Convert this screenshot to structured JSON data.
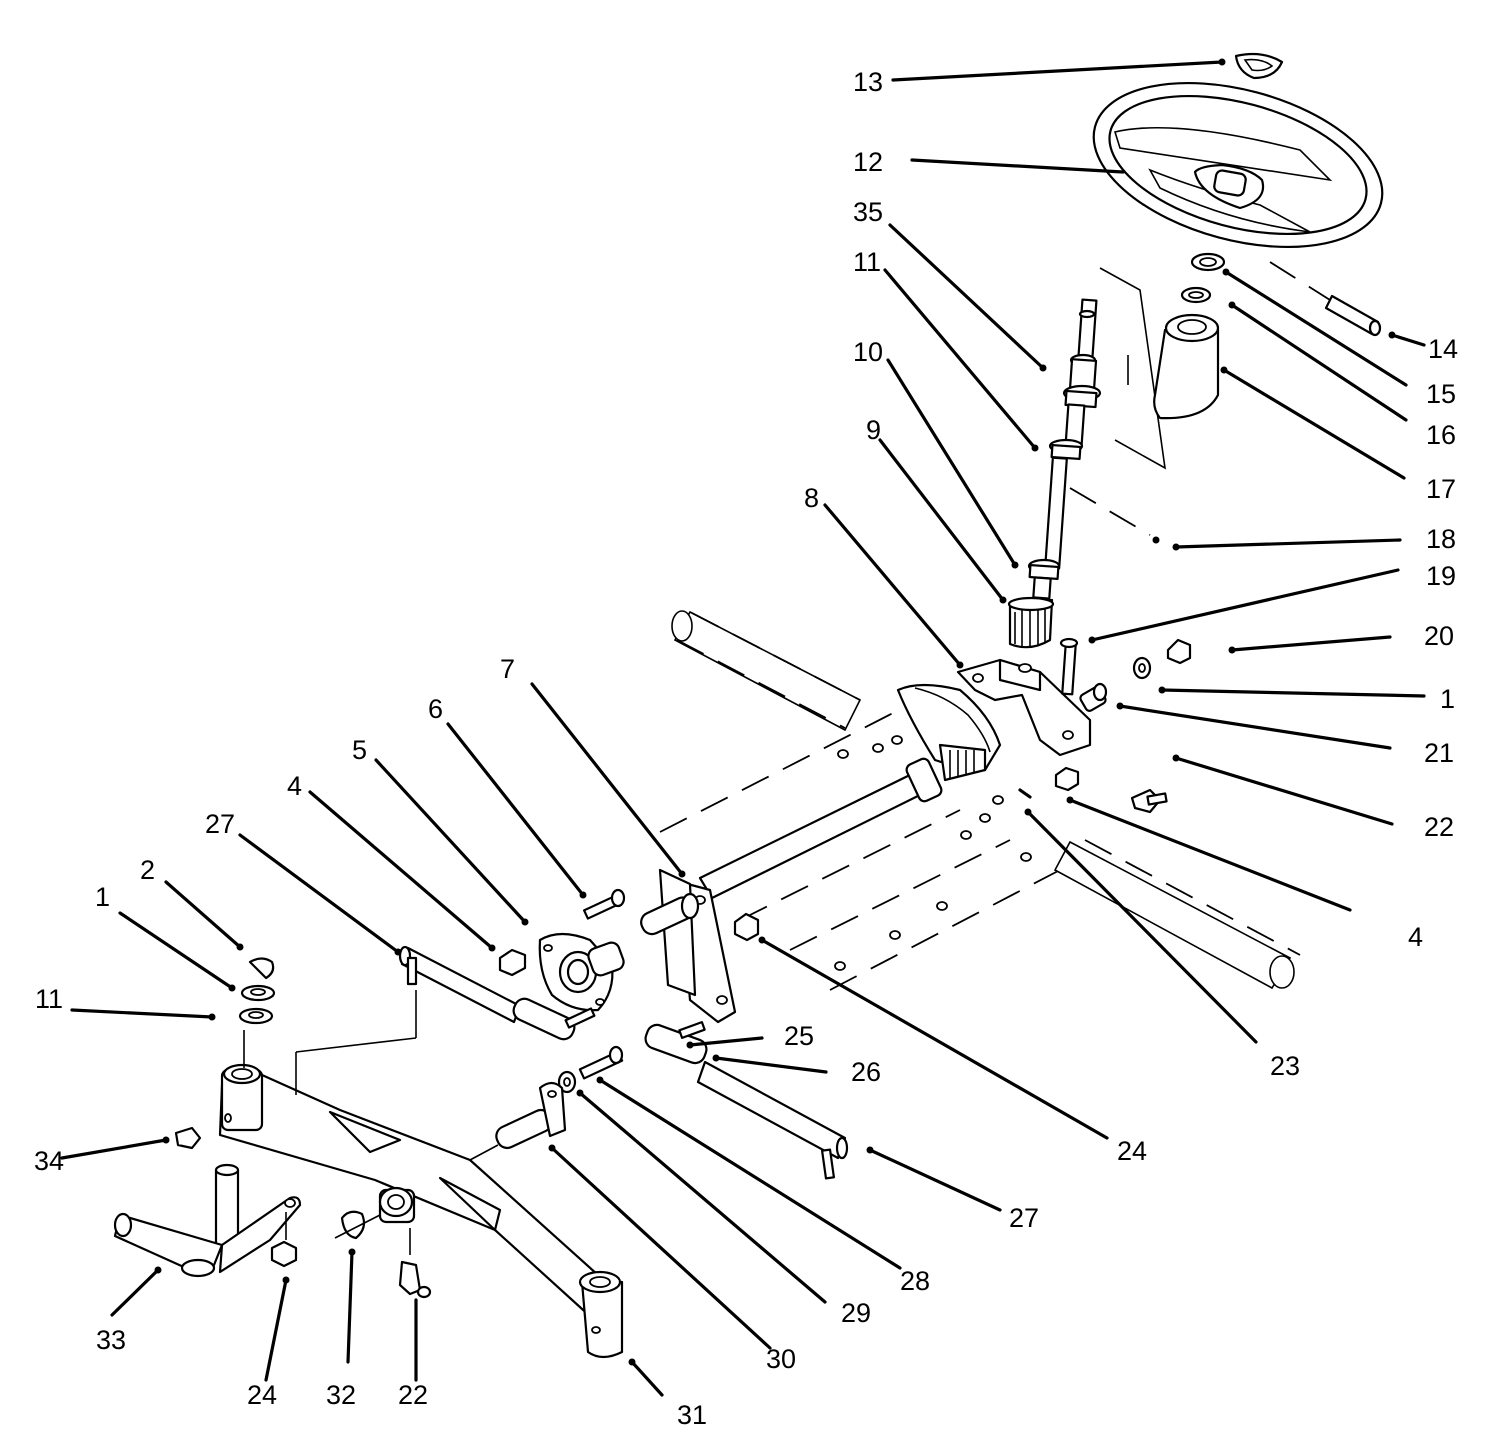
{
  "diagram": {
    "callouts": [
      {
        "id": "13",
        "label": "13"
      },
      {
        "id": "12",
        "label": "12"
      },
      {
        "id": "35",
        "label": "35"
      },
      {
        "id": "11a",
        "label": "11"
      },
      {
        "id": "10",
        "label": "10"
      },
      {
        "id": "9",
        "label": "9"
      },
      {
        "id": "8",
        "label": "8"
      },
      {
        "id": "7",
        "label": "7"
      },
      {
        "id": "6",
        "label": "6"
      },
      {
        "id": "5",
        "label": "5"
      },
      {
        "id": "4a",
        "label": "4"
      },
      {
        "id": "27a",
        "label": "27"
      },
      {
        "id": "2",
        "label": "2"
      },
      {
        "id": "1a",
        "label": "1"
      },
      {
        "id": "11b",
        "label": "11"
      },
      {
        "id": "34",
        "label": "34"
      },
      {
        "id": "33",
        "label": "33"
      },
      {
        "id": "24a",
        "label": "24"
      },
      {
        "id": "32",
        "label": "32"
      },
      {
        "id": "22a",
        "label": "22"
      },
      {
        "id": "31",
        "label": "31"
      },
      {
        "id": "30",
        "label": "30"
      },
      {
        "id": "29",
        "label": "29"
      },
      {
        "id": "28",
        "label": "28"
      },
      {
        "id": "27b",
        "label": "27"
      },
      {
        "id": "26",
        "label": "26"
      },
      {
        "id": "25",
        "label": "25"
      },
      {
        "id": "24b",
        "label": "24"
      },
      {
        "id": "23",
        "label": "23"
      },
      {
        "id": "4b",
        "label": "4"
      },
      {
        "id": "22b",
        "label": "22"
      },
      {
        "id": "21",
        "label": "21"
      },
      {
        "id": "1b",
        "label": "1"
      },
      {
        "id": "20",
        "label": "20"
      },
      {
        "id": "19",
        "label": "19"
      },
      {
        "id": "18",
        "label": "18"
      },
      {
        "id": "17",
        "label": "17"
      },
      {
        "id": "16",
        "label": "16"
      },
      {
        "id": "15",
        "label": "15"
      },
      {
        "id": "14",
        "label": "14"
      }
    ]
  }
}
